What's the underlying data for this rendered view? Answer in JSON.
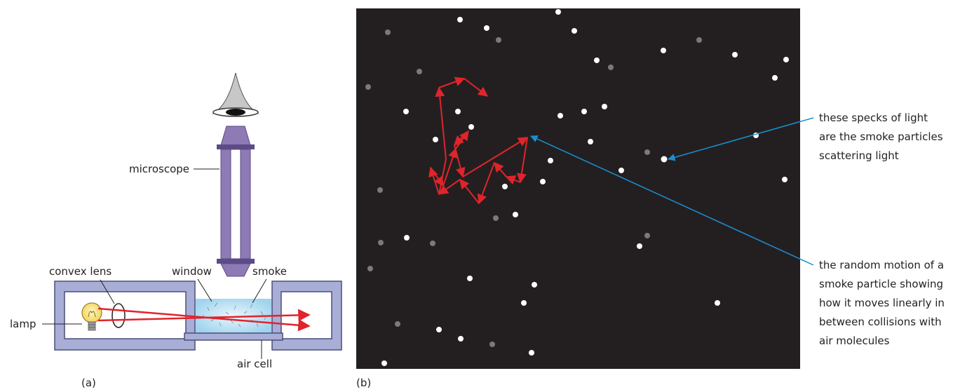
{
  "panel_a": {
    "caption": "(a)",
    "labels": {
      "microscope": "microscope",
      "convex_lens": "convex lens",
      "window": "window",
      "smoke": "smoke",
      "lamp": "lamp",
      "air_cell": "air cell"
    },
    "colors": {
      "apparatus": "#a8aed6",
      "microscope": "#8e7ab5",
      "beam": "#e0242b",
      "chamber": "#cfe9f6"
    }
  },
  "panel_b": {
    "caption": "(b)",
    "annotations": {
      "specks": [
        "these specks of light",
        "are the smoke particles",
        "scattering light"
      ],
      "motion": [
        "the random motion of a",
        "smoke particle showing",
        "how it moves linearly in",
        "between collisions with",
        "air molecules"
      ]
    },
    "colors": {
      "background": "#231f20",
      "path": "#e0242b",
      "pointer": "#1b8fd1",
      "particle": "#ffffff",
      "dim_particle": "#7a7a7a"
    }
  }
}
